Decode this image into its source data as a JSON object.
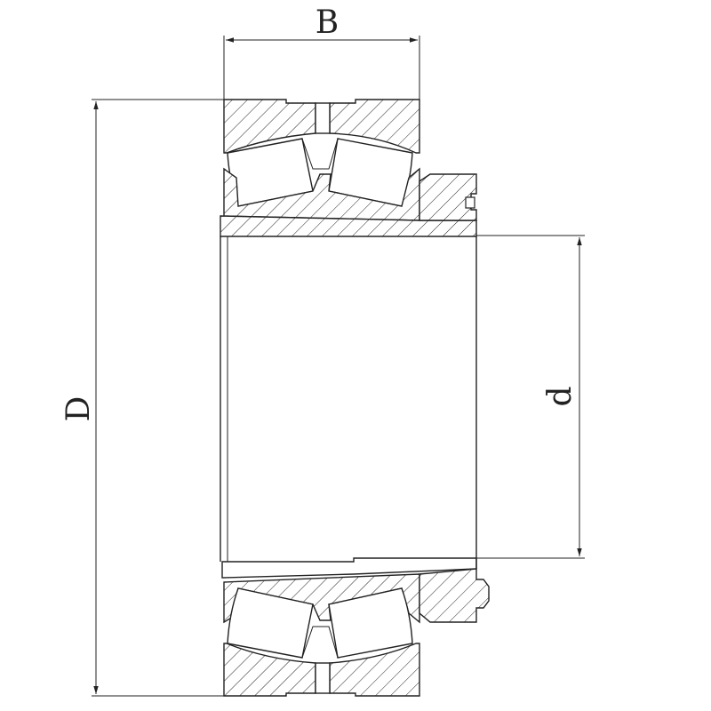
{
  "labels": {
    "B": "B",
    "D": "D",
    "d": "d"
  },
  "colors": {
    "line": "#222222",
    "background": "#ffffff"
  }
}
